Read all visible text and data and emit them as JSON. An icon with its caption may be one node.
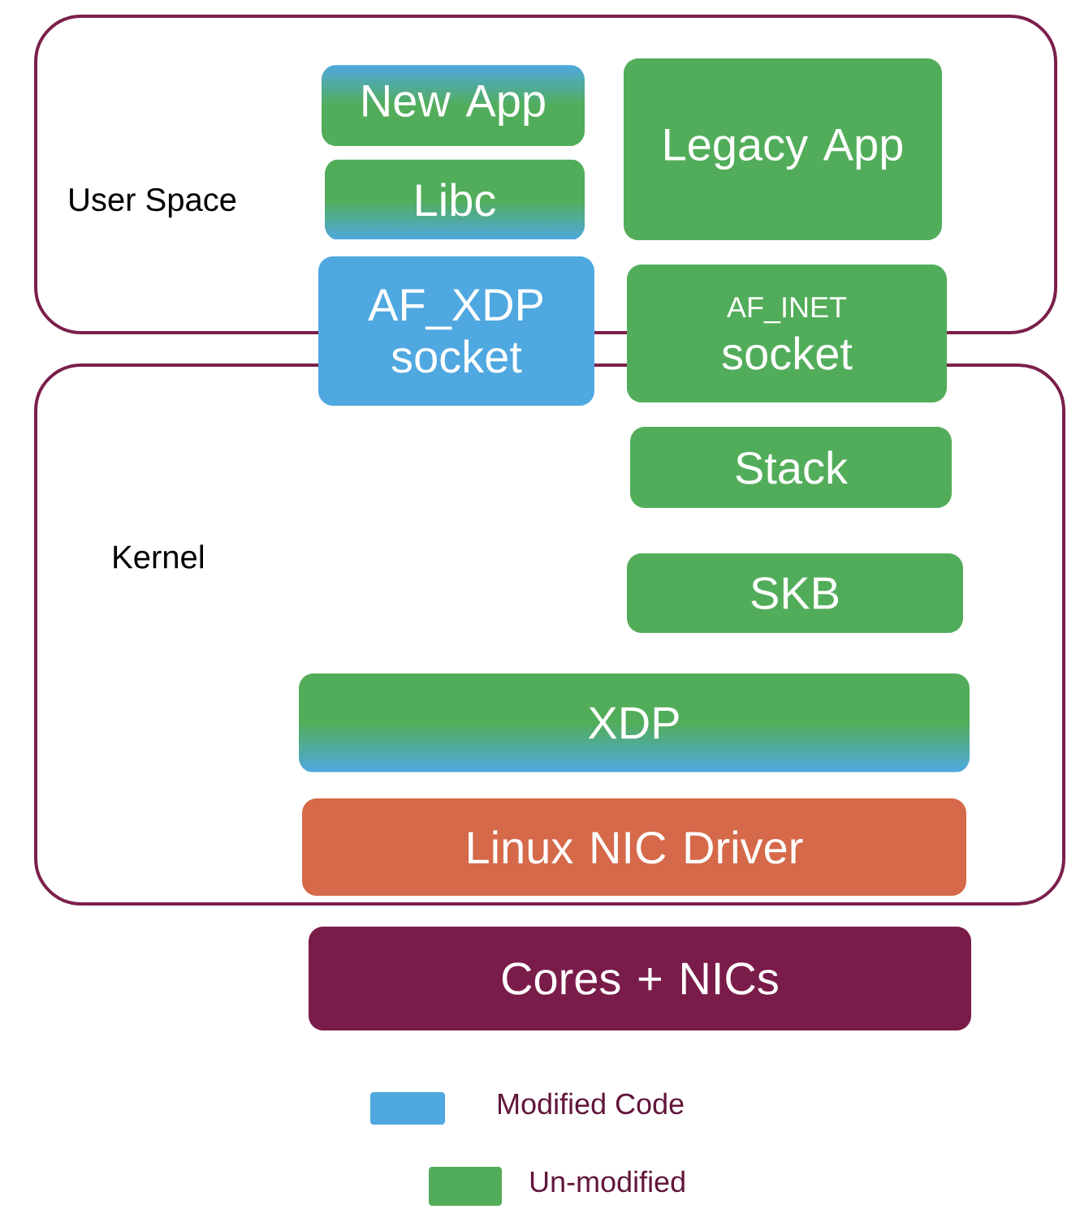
{
  "diagram": {
    "nodes": [
      {
        "text": [
          "User Space"
        ]
      },
      {
        "text": [
          "Kernel"
        ]
      },
      {
        "text": [
          "New App"
        ],
        "in": 0
      },
      {
        "text": [
          "Libc"
        ],
        "in": 0
      },
      {
        "text": [
          "Legacy App"
        ],
        "in": 0
      },
      {
        "text": [
          "AF_XDP socket"
        ]
      },
      {
        "text": [
          "AF_INET",
          "socket"
        ]
      },
      {
        "text": [
          "Stack"
        ],
        "in": 1
      },
      {
        "text": [
          "SKB"
        ],
        "in": 1
      },
      {
        "text": [
          "XDP"
        ],
        "in": 1
      },
      {
        "text": [
          "Linux NIC Driver"
        ],
        "in": 1
      },
      {
        "text": [
          "Cores + NICs"
        ]
      }
    ],
    "legend": [
      {
        "text": "Modified Code",
        "color": "#4fa8e0"
      },
      {
        "text": "Un-modified",
        "color": "#52ad5a"
      }
    ]
  }
}
